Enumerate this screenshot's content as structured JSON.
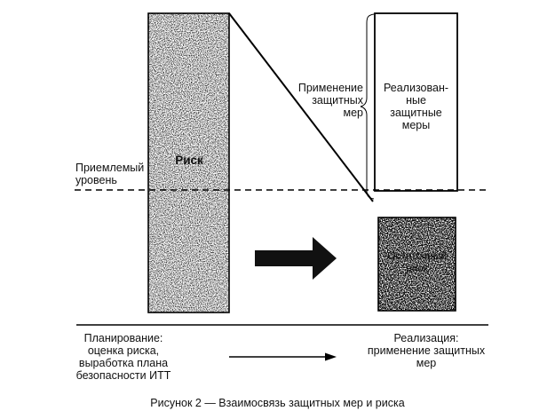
{
  "labels": {
    "risk": "Риск",
    "acceptable_level": "Приемлемый\nуровень",
    "applying_measures": "Применение\nзащитных\nмер",
    "implemented_measures": "Реализован-\nные\nзащитные\nмеры",
    "residual_risk": "Остаточный\nриск",
    "planning": "Планирование:\nоценка риска,\nвыработка плана\nбезопасности ИТТ",
    "implementation": "Реализация:\nприменение защитных\nмер"
  },
  "caption": "Рисунок 2 — Взаимосвязь защитных мер и риска"
}
